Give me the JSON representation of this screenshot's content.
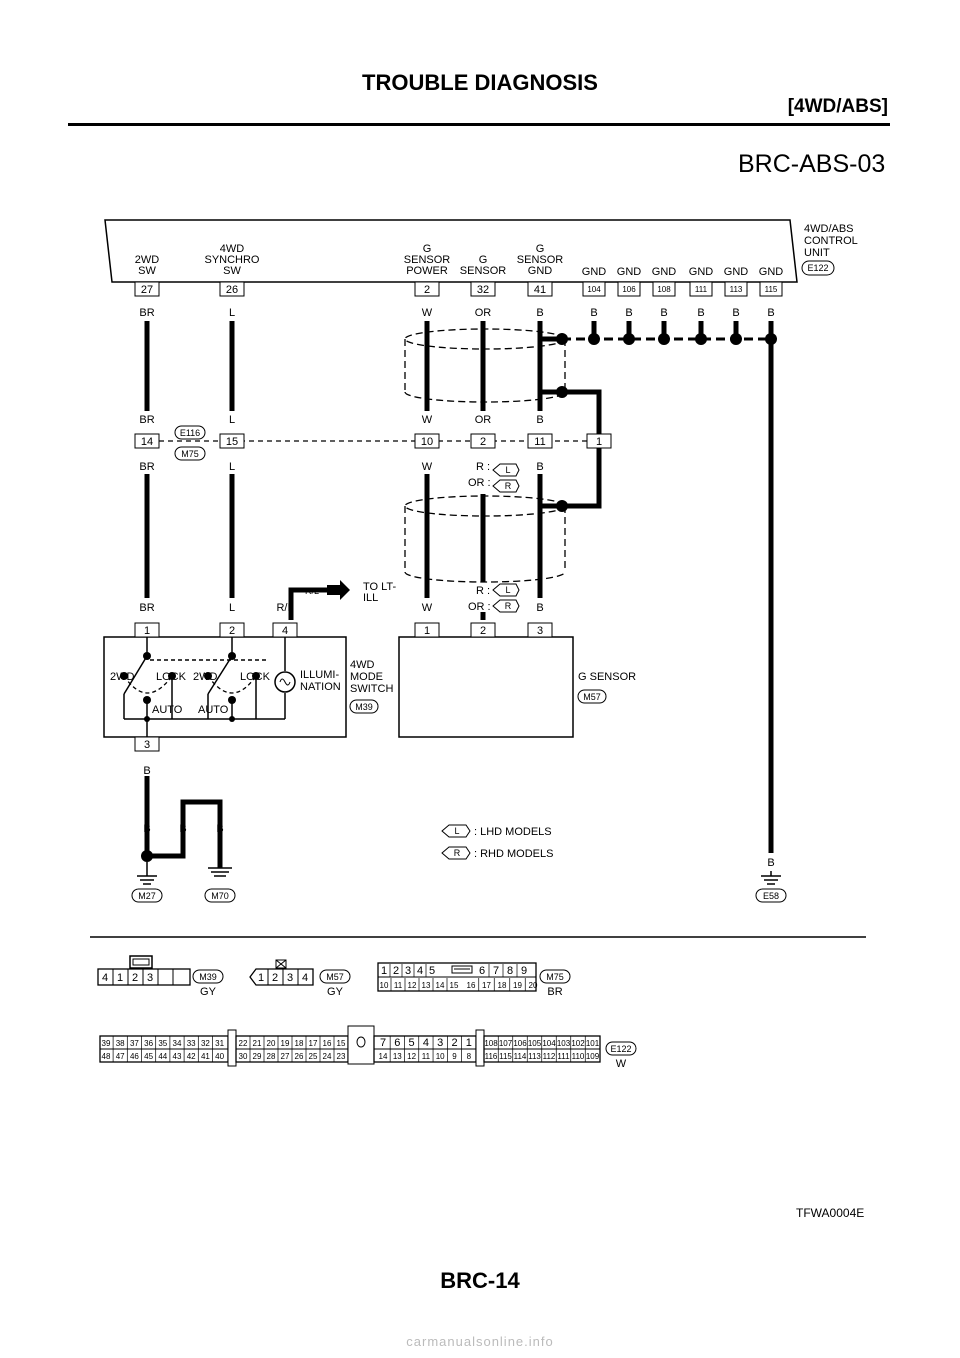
{
  "header": {
    "title": "TROUBLE DIAGNOSIS",
    "section": "[4WD/ABS]"
  },
  "diagram_id": "BRC-ABS-03",
  "figure_id": "TFWA0004E",
  "page_number": "BRC-14",
  "footer": "carmanualsonline.info",
  "control_unit": {
    "label_lines": [
      "4WD/ABS",
      "CONTROL",
      "UNIT"
    ],
    "connector": "E122",
    "terminals": [
      {
        "pin": "27",
        "name_lines": [
          "2WD",
          "SW"
        ],
        "wire": "BR"
      },
      {
        "pin": "26",
        "name_lines": [
          "4WD",
          "SYNCHRO",
          "SW"
        ],
        "wire": "L"
      },
      {
        "pin": "2",
        "name_lines": [
          "G",
          "SENSOR",
          "POWER"
        ],
        "wire": "W"
      },
      {
        "pin": "32",
        "name_lines": [
          "G",
          "SENSOR"
        ],
        "wire": "OR"
      },
      {
        "pin": "41",
        "name_lines": [
          "G",
          "SENSOR",
          "GND"
        ],
        "wire": "B"
      },
      {
        "pin": "104",
        "name_lines": [
          "GND"
        ],
        "wire": "B"
      },
      {
        "pin": "106",
        "name_lines": [
          "GND"
        ],
        "wire": "B"
      },
      {
        "pin": "108",
        "name_lines": [
          "GND"
        ],
        "wire": "B"
      },
      {
        "pin": "111",
        "name_lines": [
          "GND"
        ],
        "wire": "B"
      },
      {
        "pin": "113",
        "name_lines": [
          "GND"
        ],
        "wire": "B"
      },
      {
        "pin": "115",
        "name_lines": [
          "GND"
        ],
        "wire": "B"
      }
    ]
  },
  "joint_connector": {
    "upper": "E116",
    "lower": "M75",
    "pins": [
      "14",
      "15",
      "10",
      "2",
      "11",
      "1"
    ],
    "wires_above": [
      "BR",
      "L",
      "W",
      "OR",
      "B"
    ],
    "wires_below": [
      "BR",
      "L",
      "W",
      "R :",
      "B"
    ],
    "or_prefix": "OR :"
  },
  "to_lt_ill": {
    "wire": "R/L",
    "text_lines": [
      "TO LT-",
      "ILL"
    ]
  },
  "mode_switch": {
    "label_lines": [
      "4WD",
      "MODE",
      "SWITCH"
    ],
    "connector": "M39",
    "pins": [
      "1",
      "2",
      "4"
    ],
    "bottom_pin": "3",
    "wires": [
      "BR",
      "L",
      "R/L"
    ],
    "contacts": [
      "2WD",
      "LOCK",
      "2WD",
      "LOCK"
    ],
    "auto_labels": [
      "AUTO",
      "AUTO"
    ],
    "illumination_lines": [
      "ILLUMI-",
      "NATION"
    ]
  },
  "g_sensor": {
    "label": "G SENSOR",
    "connector": "M57",
    "pins": [
      "1",
      "2",
      "3"
    ],
    "wires": [
      "W",
      "B"
    ],
    "r_prefix": "R :",
    "or_prefix": "OR :"
  },
  "grounds": {
    "wires": [
      "B",
      "B",
      "B",
      "B"
    ],
    "labels": [
      "M27",
      "M70",
      "E58"
    ],
    "e58_wire": "B"
  },
  "legend": [
    {
      "badge": "L",
      "text": ": LHD MODELS"
    },
    {
      "badge": "R",
      "text": ": RHD MODELS"
    }
  ],
  "connector_views": {
    "m39": {
      "name": "M39",
      "color": "GY",
      "pins": [
        "4",
        "1",
        "2",
        "3"
      ]
    },
    "m57": {
      "name": "M57",
      "color": "GY",
      "pins": [
        "1",
        "2",
        "3",
        "4"
      ]
    },
    "m75": {
      "name": "M75",
      "color": "BR",
      "row1a": [
        "1",
        "2",
        "3",
        "4",
        "5"
      ],
      "row1b": [
        "6",
        "7",
        "8",
        "9"
      ],
      "row2a": [
        "10",
        "11",
        "12",
        "13",
        "14",
        "15"
      ],
      "row2b": [
        "16",
        "17",
        "18",
        "19",
        "20"
      ]
    },
    "e122": {
      "name": "E122",
      "color": "W",
      "b1_top": [
        "39",
        "38",
        "37",
        "36",
        "35",
        "34",
        "33",
        "32",
        "31"
      ],
      "b1_bot": [
        "48",
        "47",
        "46",
        "45",
        "44",
        "43",
        "42",
        "41",
        "40"
      ],
      "b2_top": [
        "22",
        "21",
        "20",
        "19",
        "18",
        "17",
        "16",
        "15"
      ],
      "b2_bot": [
        "30",
        "29",
        "28",
        "27",
        "26",
        "25",
        "24",
        "23"
      ],
      "b3_top": [
        "7",
        "6",
        "5",
        "4",
        "3",
        "2",
        "1"
      ],
      "b3_bot": [
        "14",
        "13",
        "12",
        "11",
        "10",
        "9",
        "8"
      ],
      "b4_top": [
        "108",
        "107",
        "106",
        "105",
        "104",
        "103",
        "102",
        "101"
      ],
      "b4_bot": [
        "116",
        "115",
        "114",
        "113",
        "112",
        "111",
        "110",
        "109"
      ]
    }
  }
}
